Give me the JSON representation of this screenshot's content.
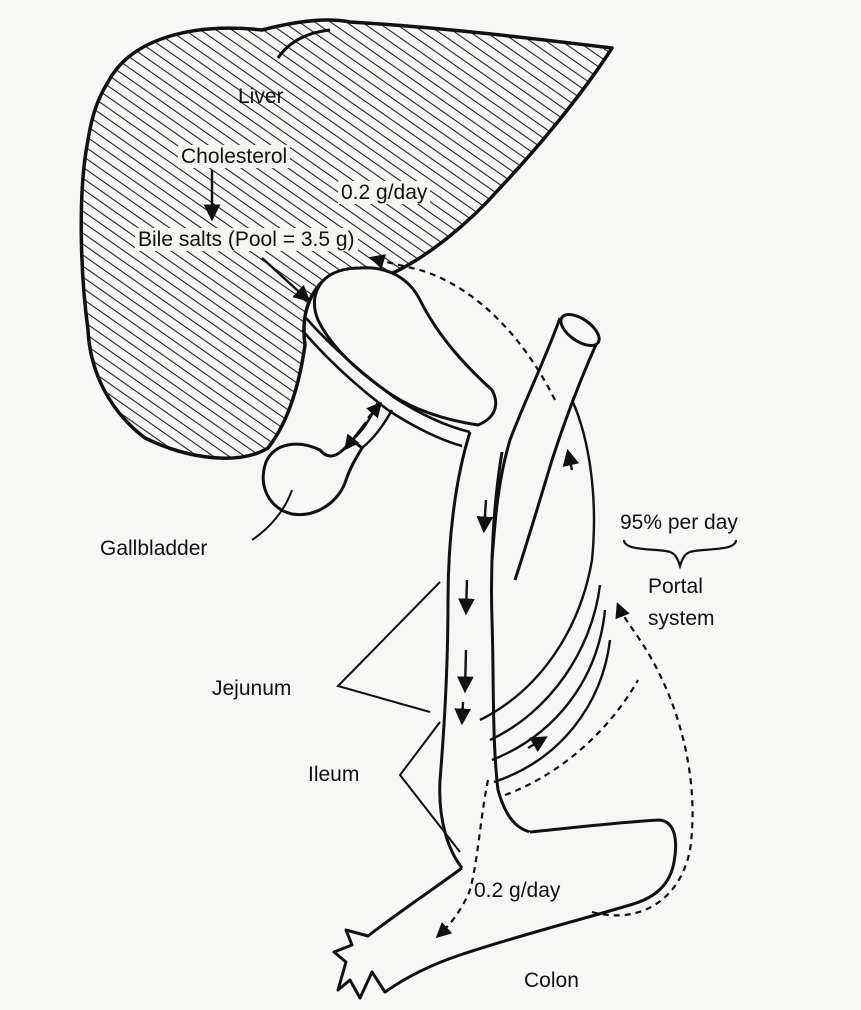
{
  "labels": {
    "liver": "Liver",
    "cholesterol": "Cholesterol",
    "bile_salts": "Bile salts (Pool = 3.5 g)",
    "synthesis_rate": "0.2 g/day",
    "gallbladder": "Gallbladder",
    "reabsorption": "95% per day",
    "portal": "Portal",
    "system": "system",
    "jejunum": "Jejunum",
    "ileum": "Ileum",
    "fecal_loss": "0.2 g/day",
    "colon": "Colon"
  },
  "colors": {
    "ink": "#111111",
    "paper": "#f6f6f4"
  }
}
